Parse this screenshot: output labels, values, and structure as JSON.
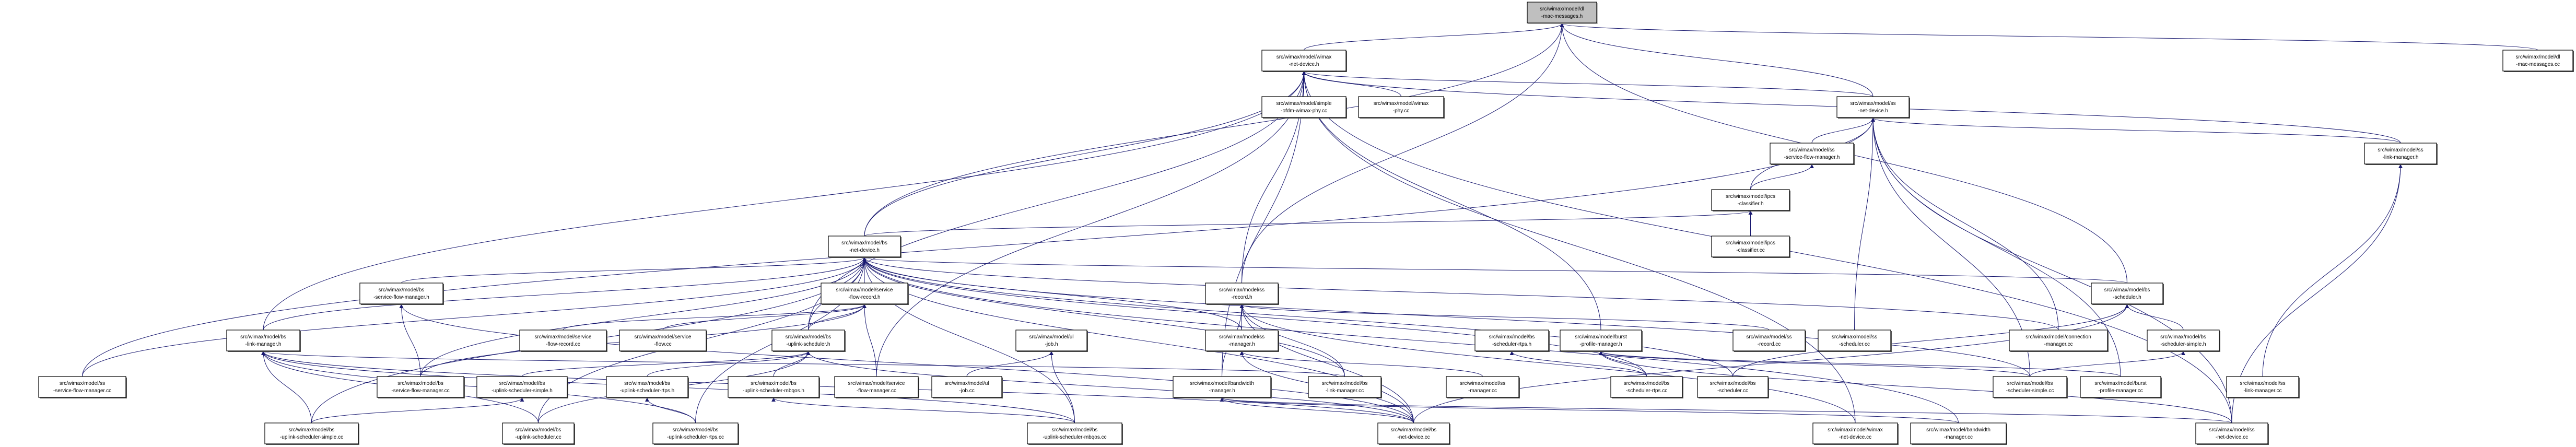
{
  "title": "Include dependency graph for src/wimax/model/dl-mac-messages.h",
  "colors": {
    "edge": "#191970",
    "root_fill": "#bfbfbf",
    "node_fill": "#ffffff",
    "border": "#000000"
  },
  "nodes": [
    {
      "id": "dl-mac-messages.h",
      "lines": [
        "src/wimax/model/dl",
        "-mac-messages.h"
      ],
      "root": true
    },
    {
      "id": "wimax-net-device.h",
      "lines": [
        "src/wimax/model/wimax",
        "-net-device.h"
      ]
    },
    {
      "id": "dl-mac-messages.cc",
      "lines": [
        "src/wimax/model/dl",
        "-mac-messages.cc"
      ]
    },
    {
      "id": "simple-ofdm-wimax-phy.cc",
      "lines": [
        "src/wimax/model/simple",
        "-ofdm-wimax-phy.cc"
      ]
    },
    {
      "id": "wimax-phy.cc",
      "lines": [
        "src/wimax/model/wimax",
        "-phy.cc"
      ]
    },
    {
      "id": "ss-net-device.h",
      "lines": [
        "src/wimax/model/ss",
        "-net-device.h"
      ]
    },
    {
      "id": "ss-service-flow-manager.h",
      "lines": [
        "src/wimax/model/ss",
        "-service-flow-manager.h"
      ]
    },
    {
      "id": "ss-link-manager.h",
      "lines": [
        "src/wimax/model/ss",
        "-link-manager.h"
      ]
    },
    {
      "id": "ipcs-classifier.h",
      "lines": [
        "src/wimax/model/ipcs",
        "-classifier.h"
      ]
    },
    {
      "id": "bs-net-device.h",
      "lines": [
        "src/wimax/model/bs",
        "-net-device.h"
      ]
    },
    {
      "id": "ipcs-classifier.cc",
      "lines": [
        "src/wimax/model/ipcs",
        "-classifier.cc"
      ]
    },
    {
      "id": "bs-service-flow-manager.h",
      "lines": [
        "src/wimax/model/bs",
        "-service-flow-manager.h"
      ]
    },
    {
      "id": "service-flow-record.h",
      "lines": [
        "src/wimax/model/service",
        "-flow-record.h"
      ]
    },
    {
      "id": "ss-record.h",
      "lines": [
        "src/wimax/model/ss",
        "-record.h"
      ]
    },
    {
      "id": "bs-scheduler.h",
      "lines": [
        "src/wimax/model/bs",
        "-scheduler.h"
      ]
    },
    {
      "id": "bs-link-manager.h",
      "lines": [
        "src/wimax/model/bs",
        "-link-manager.h"
      ]
    },
    {
      "id": "service-flow-record.cc",
      "lines": [
        "src/wimax/model/service",
        "-flow-record.cc"
      ]
    },
    {
      "id": "service-flow.cc",
      "lines": [
        "src/wimax/model/service",
        "-flow.cc"
      ]
    },
    {
      "id": "bs-uplink-scheduler.h",
      "lines": [
        "src/wimax/model/bs",
        "-uplink-scheduler.h"
      ]
    },
    {
      "id": "ul-job.h",
      "lines": [
        "src/wimax/model/ul",
        "-job.h"
      ]
    },
    {
      "id": "ss-manager.h",
      "lines": [
        "src/wimax/model/ss",
        "-manager.h"
      ]
    },
    {
      "id": "bs-scheduler-rtps.h",
      "lines": [
        "src/wimax/model/bs",
        "-scheduler-rtps.h"
      ]
    },
    {
      "id": "burst-profile-manager.h",
      "lines": [
        "src/wimax/model/burst",
        "-profile-manager.h"
      ]
    },
    {
      "id": "ss-record.cc",
      "lines": [
        "src/wimax/model/ss",
        "-record.cc"
      ]
    },
    {
      "id": "ss-scheduler.cc",
      "lines": [
        "src/wimax/model/ss",
        "-scheduler.cc"
      ]
    },
    {
      "id": "connection-manager.cc",
      "lines": [
        "src/wimax/model/connection",
        "-manager.cc"
      ]
    },
    {
      "id": "bs-scheduler-simple.h",
      "lines": [
        "src/wimax/model/bs",
        "-scheduler-simple.h"
      ]
    },
    {
      "id": "ss-service-flow-manager.cc",
      "lines": [
        "src/wimax/model/ss",
        "-service-flow-manager.cc"
      ]
    },
    {
      "id": "bs-service-flow-manager.cc",
      "lines": [
        "src/wimax/model/bs",
        "-service-flow-manager.cc"
      ]
    },
    {
      "id": "bs-uplink-scheduler-simple.h",
      "lines": [
        "src/wimax/model/bs",
        "-uplink-scheduler-simple.h"
      ]
    },
    {
      "id": "bs-uplink-scheduler-rtps.h",
      "lines": [
        "src/wimax/model/bs",
        "-uplink-scheduler-rtps.h"
      ]
    },
    {
      "id": "bs-uplink-scheduler-mbqos.h",
      "lines": [
        "src/wimax/model/bs",
        "-uplink-scheduler-mbqos.h"
      ]
    },
    {
      "id": "service-flow-manager.cc",
      "lines": [
        "src/wimax/model/service",
        "-flow-manager.cc"
      ]
    },
    {
      "id": "ul-job.cc",
      "lines": [
        "src/wimax/model/ul",
        "-job.cc"
      ]
    },
    {
      "id": "bandwidth-manager.h",
      "lines": [
        "src/wimax/model/bandwidth",
        "-manager.h"
      ]
    },
    {
      "id": "bs-link-manager.cc",
      "lines": [
        "src/wimax/model/bs",
        "-link-manager.cc"
      ]
    },
    {
      "id": "ss-manager.cc",
      "lines": [
        "src/wimax/model/ss",
        "-manager.cc"
      ]
    },
    {
      "id": "bs-scheduler-rtps.cc",
      "lines": [
        "src/wimax/model/bs",
        "-scheduler-rtps.cc"
      ]
    },
    {
      "id": "bs-scheduler.cc",
      "lines": [
        "src/wimax/model/bs",
        "-scheduler.cc"
      ]
    },
    {
      "id": "bs-scheduler-simple.cc",
      "lines": [
        "src/wimax/model/bs",
        "-scheduler-simple.cc"
      ]
    },
    {
      "id": "burst-profile-manager.cc",
      "lines": [
        "src/wimax/model/burst",
        "-profile-manager.cc"
      ]
    },
    {
      "id": "ss-link-manager.cc",
      "lines": [
        "src/wimax/model/ss",
        "-link-manager.cc"
      ]
    },
    {
      "id": "bs-uplink-scheduler-simple.cc",
      "lines": [
        "src/wimax/model/bs",
        "-uplink-scheduler-simple.cc"
      ]
    },
    {
      "id": "bs-uplink-scheduler.cc",
      "lines": [
        "src/wimax/model/bs",
        "-uplink-scheduler.cc"
      ]
    },
    {
      "id": "bs-uplink-scheduler-rtps.cc",
      "lines": [
        "src/wimax/model/bs",
        "-uplink-scheduler-rtps.cc"
      ]
    },
    {
      "id": "bs-uplink-scheduler-mbqos.cc",
      "lines": [
        "src/wimax/model/bs",
        "-uplink-scheduler-mbqos.cc"
      ]
    },
    {
      "id": "bs-net-device.cc",
      "lines": [
        "src/wimax/model/bs",
        "-net-device.cc"
      ]
    },
    {
      "id": "wimax-net-device.cc",
      "lines": [
        "src/wimax/model/wimax",
        "-net-device.cc"
      ]
    },
    {
      "id": "bandwidth-manager.cc",
      "lines": [
        "src/wimax/model/bandwidth",
        "-manager.cc"
      ]
    },
    {
      "id": "ss-net-device.cc",
      "lines": [
        "src/wimax/model/ss",
        "-net-device.cc"
      ]
    }
  ],
  "edges": [
    [
      "wimax-net-device.h",
      "dl-mac-messages.h"
    ],
    [
      "dl-mac-messages.cc",
      "dl-mac-messages.h"
    ],
    [
      "bs-net-device.h",
      "dl-mac-messages.h"
    ],
    [
      "ss-net-device.h",
      "dl-mac-messages.h"
    ],
    [
      "ss-record.h",
      "dl-mac-messages.h"
    ],
    [
      "bs-scheduler.h",
      "dl-mac-messages.h"
    ],
    [
      "simple-ofdm-wimax-phy.cc",
      "wimax-net-device.h"
    ],
    [
      "wimax-phy.cc",
      "wimax-net-device.h"
    ],
    [
      "ss-net-device.h",
      "wimax-net-device.h"
    ],
    [
      "bs-net-device.h",
      "wimax-net-device.h"
    ],
    [
      "ss-link-manager.h",
      "wimax-net-device.h"
    ],
    [
      "ss-record.h",
      "wimax-net-device.h"
    ],
    [
      "burst-profile-manager.h",
      "wimax-net-device.h"
    ],
    [
      "bandwidth-manager.h",
      "wimax-net-device.h"
    ],
    [
      "bs-uplink-scheduler.h",
      "wimax-net-device.h"
    ],
    [
      "bs-link-manager.h",
      "wimax-net-device.h"
    ],
    [
      "service-flow-manager.cc",
      "wimax-net-device.h"
    ],
    [
      "wimax-net-device.cc",
      "wimax-net-device.h"
    ],
    [
      "ss-net-device.cc",
      "wimax-net-device.h"
    ],
    [
      "ss-service-flow-manager.h",
      "ss-net-device.h"
    ],
    [
      "ipcs-classifier.h",
      "ss-net-device.h"
    ],
    [
      "ss-link-manager.h",
      "ss-net-device.h"
    ],
    [
      "ss-scheduler.cc",
      "ss-net-device.h"
    ],
    [
      "connection-manager.cc",
      "ss-net-device.h"
    ],
    [
      "burst-profile-manager.cc",
      "ss-net-device.h"
    ],
    [
      "ss-net-device.cc",
      "ss-net-device.h"
    ],
    [
      "ss-service-flow-manager.cc",
      "ss-net-device.h"
    ],
    [
      "bs-scheduler-simple.cc",
      "ss-net-device.h"
    ],
    [
      "ipcs-classifier.h",
      "ss-service-flow-manager.h"
    ],
    [
      "ipcs-classifier.cc",
      "ipcs-classifier.h"
    ],
    [
      "bs-net-device.h",
      "ipcs-classifier.h"
    ],
    [
      "ss-link-manager.cc",
      "ss-link-manager.h"
    ],
    [
      "ss-net-device.cc",
      "ss-link-manager.h"
    ],
    [
      "service-flow-record.h",
      "bs-net-device.h"
    ],
    [
      "bs-service-flow-manager.h",
      "bs-net-device.h"
    ],
    [
      "bs-link-manager.h",
      "bs-net-device.h"
    ],
    [
      "bs-uplink-scheduler.h",
      "bs-net-device.h"
    ],
    [
      "ss-manager.h",
      "bs-net-device.h"
    ],
    [
      "bs-scheduler.h",
      "bs-net-device.h"
    ],
    [
      "bs-net-device.cc",
      "bs-net-device.h"
    ],
    [
      "bs-link-manager.cc",
      "bs-net-device.h"
    ],
    [
      "bs-scheduler-simple.cc",
      "bs-net-device.h"
    ],
    [
      "bs-scheduler-rtps.cc",
      "bs-net-device.h"
    ],
    [
      "bandwidth-manager.cc",
      "bs-net-device.h"
    ],
    [
      "ss-service-flow-manager.cc",
      "bs-net-device.h"
    ],
    [
      "bs-service-flow-manager.cc",
      "bs-net-device.h"
    ],
    [
      "bs-uplink-scheduler-simple.cc",
      "bs-net-device.h"
    ],
    [
      "bs-uplink-scheduler.cc",
      "bs-net-device.h"
    ],
    [
      "bs-uplink-scheduler-rtps.cc",
      "bs-net-device.h"
    ],
    [
      "bs-uplink-scheduler-mbqos.cc",
      "bs-net-device.h"
    ],
    [
      "bs-scheduler.cc",
      "bs-net-device.h"
    ],
    [
      "bs-uplink-scheduler.h",
      "service-flow-record.h"
    ],
    [
      "service-flow-record.cc",
      "service-flow-record.h"
    ],
    [
      "service-flow.cc",
      "service-flow-record.h"
    ],
    [
      "service-flow-manager.cc",
      "service-flow-record.h"
    ],
    [
      "bs-service-flow-manager.cc",
      "service-flow-record.h"
    ],
    [
      "ss-manager.h",
      "ss-record.h"
    ],
    [
      "ss-record.cc",
      "ss-record.h"
    ],
    [
      "bs-link-manager.cc",
      "ss-record.h"
    ],
    [
      "bandwidth-manager.h",
      "ss-record.h"
    ],
    [
      "bs-uplink-scheduler-simple.h",
      "bs-uplink-scheduler.h"
    ],
    [
      "bs-uplink-scheduler-rtps.h",
      "bs-uplink-scheduler.h"
    ],
    [
      "bs-uplink-scheduler-mbqos.h",
      "bs-uplink-scheduler.h"
    ],
    [
      "bs-uplink-scheduler-rtps.cc",
      "bs-uplink-scheduler-rtps.h"
    ],
    [
      "bs-uplink-scheduler-simple.cc",
      "bs-uplink-scheduler-simple.h"
    ],
    [
      "bs-uplink-scheduler-mbqos.cc",
      "bs-uplink-scheduler-mbqos.h"
    ],
    [
      "ul-job.cc",
      "ul-job.h"
    ],
    [
      "bs-uplink-scheduler-mbqos.cc",
      "ul-job.h"
    ],
    [
      "ss-manager.cc",
      "ss-manager.h"
    ],
    [
      "bandwidth-manager.cc",
      "bandwidth-manager.h"
    ],
    [
      "bs-net-device.cc",
      "bandwidth-manager.h"
    ],
    [
      "bs-scheduler-rtps.cc",
      "bs-scheduler-rtps.h"
    ],
    [
      "bs-scheduler-rtps.cc",
      "burst-profile-manager.h"
    ],
    [
      "bs-scheduler-simple.cc",
      "burst-profile-manager.h"
    ],
    [
      "burst-profile-manager.cc",
      "burst-profile-manager.h"
    ],
    [
      "bs-scheduler-simple.h",
      "bs-scheduler.h"
    ],
    [
      "bs-scheduler-simple.cc",
      "bs-scheduler-simple.h"
    ],
    [
      "bs-scheduler.cc",
      "bs-scheduler.h"
    ],
    [
      "bs-net-device.cc",
      "bs-scheduler.h"
    ],
    [
      "bs-link-manager.cc",
      "bs-link-manager.h"
    ],
    [
      "bs-uplink-scheduler-simple.cc",
      "bs-link-manager.h"
    ],
    [
      "bs-uplink-scheduler.cc",
      "bs-link-manager.h"
    ],
    [
      "bs-uplink-scheduler-rtps.cc",
      "bs-link-manager.h"
    ],
    [
      "bs-uplink-scheduler-mbqos.cc",
      "bs-link-manager.h"
    ],
    [
      "bs-net-device.cc",
      "bs-link-manager.h"
    ],
    [
      "bs-service-flow-manager.cc",
      "bs-service-flow-manager.h"
    ],
    [
      "bs-net-device.cc",
      "bs-service-flow-manager.h"
    ],
    [
      "bs-uplink-scheduler.cc",
      "bs-uplink-scheduler.h"
    ],
    [
      "bs-net-device.cc",
      "bs-uplink-scheduler.h"
    ],
    [
      "bs-net-device.cc",
      "ss-record.h"
    ],
    [
      "bs-net-device.cc",
      "ss-manager.h"
    ],
    [
      "ss-net-device.cc",
      "bandwidth-manager.h"
    ],
    [
      "ss-net-device.cc",
      "burst-profile-manager.h"
    ],
    [
      "wimax-net-device.cc",
      "ss-record.h"
    ],
    [
      "connection-manager.cc",
      "bs-net-device.h"
    ]
  ]
}
